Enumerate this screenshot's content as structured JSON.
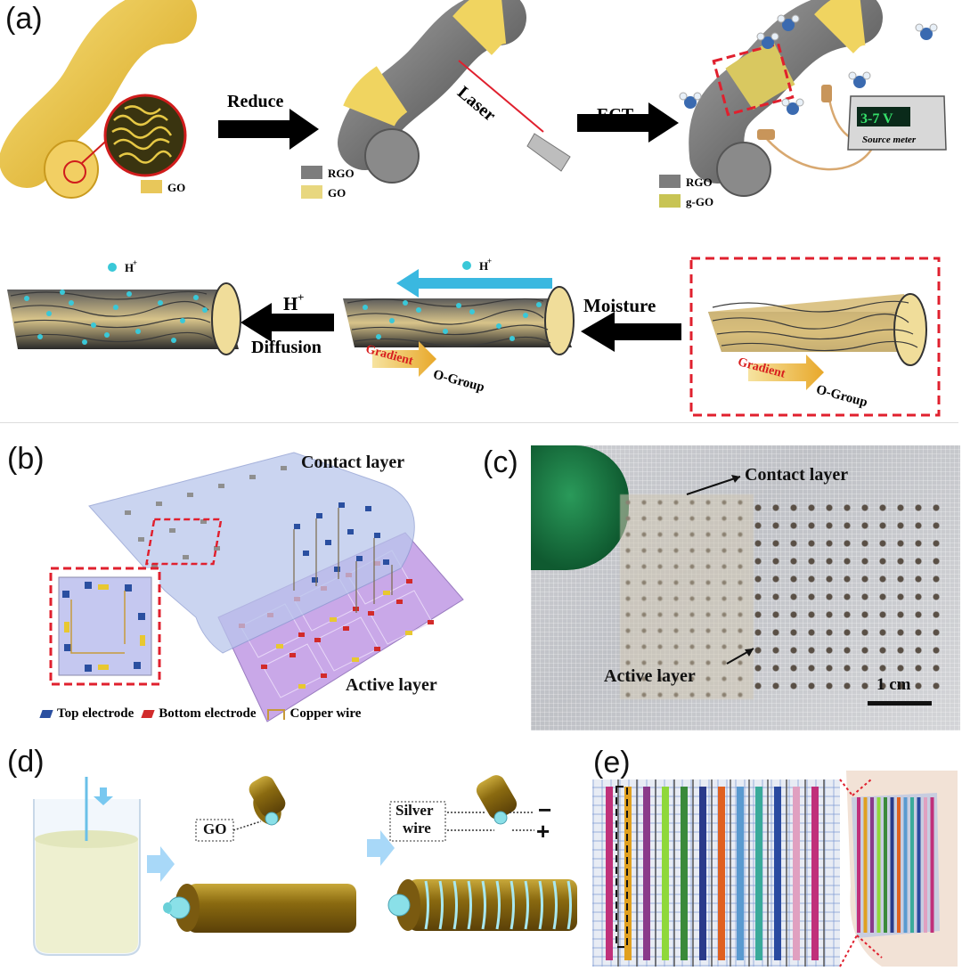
{
  "panel_a": {
    "label": "(a)",
    "step1_legend": [
      {
        "text": "GO",
        "color": "#e8c75a"
      }
    ],
    "arrow_reduce": "Reduce",
    "laser": "Laser",
    "step2_legend": [
      {
        "text": "RGO",
        "color": "#7d7d7d"
      },
      {
        "text": "GO",
        "color": "#e8d77f"
      }
    ],
    "arrow_ect": "ECT",
    "voltage": "3-7 V",
    "source_meter": "Source meter",
    "step3_legend": [
      {
        "text": "RGO",
        "color": "#7d7d7d"
      },
      {
        "text": "g-GO",
        "color": "#c8c454"
      }
    ],
    "h_plus_1": "H",
    "h_plus_2": "H",
    "plus_sup": "+",
    "h_diffusion_top": "H",
    "h_diffusion_bottom": "Diffusion",
    "moisture": "Moisture",
    "gradient_1": "Gradient",
    "ogroup_1": "O-Group",
    "gradient_2": "Gradient",
    "ogroup_2": "O-Group"
  },
  "panel_b": {
    "label": "(b)",
    "contact_layer": "Contact layer",
    "active_layer": "Active layer",
    "legend": [
      {
        "text": "Top  electrode",
        "color": "#2a4fa0"
      },
      {
        "text": "Bottom electrode",
        "color": "#d12b2b"
      },
      {
        "text": "Copper wire",
        "color": "#c79a3a"
      }
    ]
  },
  "panel_c": {
    "label": "(c)",
    "contact_layer": "Contact layer",
    "active_layer": "Active layer",
    "scale_bar": "1 cm"
  },
  "panel_d": {
    "label": "(d)",
    "go": "GO",
    "silver_wire_line1": "Silver",
    "silver_wire_line2": "wire",
    "minus": "−",
    "plus": "+"
  },
  "panel_e": {
    "label": "(e)",
    "strip_colors": [
      "#c0307a",
      "#e0a020",
      "#8a3a8a",
      "#8fd83a",
      "#3a8a3a",
      "#2a3a8a",
      "#e06020",
      "#5a9ad0",
      "#3aaa9a",
      "#2a4aa0",
      "#e0a0c0",
      "#c0307a"
    ]
  }
}
